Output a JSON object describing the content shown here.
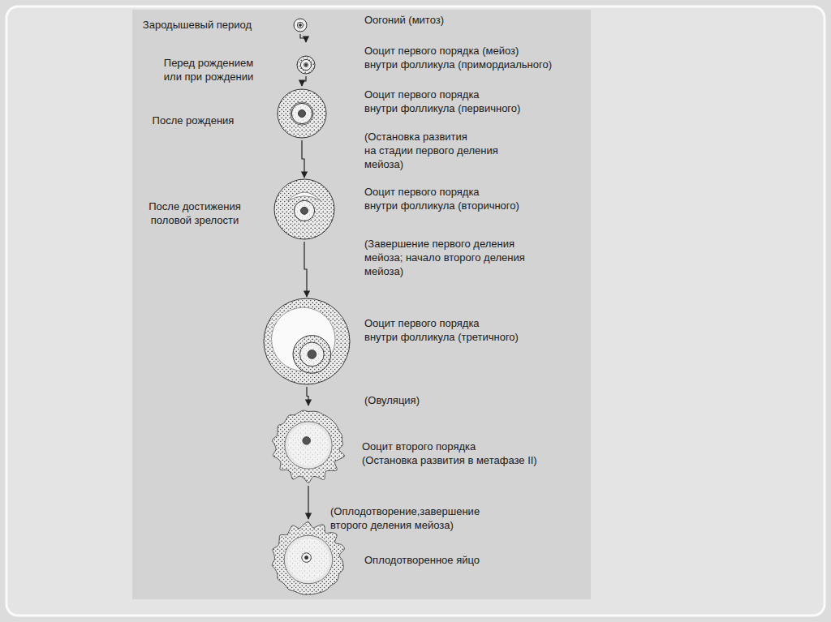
{
  "diagram": {
    "nodes": [
      {
        "text": [
          "Оогоний (митоз)"
        ]
      },
      {
        "text": [
          "Ооцит первого порядка (мейоз) внутри фолликула (примордиального)"
        ]
      },
      {
        "text": [
          "Ооцит первого порядка внутри фолликула (первичного)"
        ]
      },
      {
        "text": [
          "Ооцит первого порядка внутри фолликула (вторичного)"
        ]
      },
      {
        "text": [
          "Ооцит первого порядка внутри фолликула (третичного)"
        ]
      },
      {
        "text": [
          "Ооцит второго порядка (Остановка развития в метафазе II)"
        ]
      },
      {
        "text": [
          "Оплодотворенное яйцо"
        ]
      }
    ],
    "edges": [
      {
        "from": 0,
        "to": 1,
        "arrow": "to"
      },
      {
        "from": 1,
        "to": 2,
        "arrow": "to"
      },
      {
        "from": 2,
        "to": 3,
        "arrow": "to"
      },
      {
        "from": 3,
        "to": 4,
        "arrow": "to"
      },
      {
        "from": 4,
        "to": 5,
        "arrow": "to"
      },
      {
        "from": 5,
        "to": 6,
        "arrow": "to"
      }
    ],
    "labels": [
      "Зародышевый период",
      "Перед рождением или при рождении",
      "После рождения",
      "После достижения половой зрелости",
      "(Остановка развития на стадии первого деления мейоза)",
      "(Завершение первого деления мейоза; начало второго деления мейоза)",
      "(Овуляция)",
      "(Оплодотворение,завершение второго деления мейоза)"
    ]
  }
}
